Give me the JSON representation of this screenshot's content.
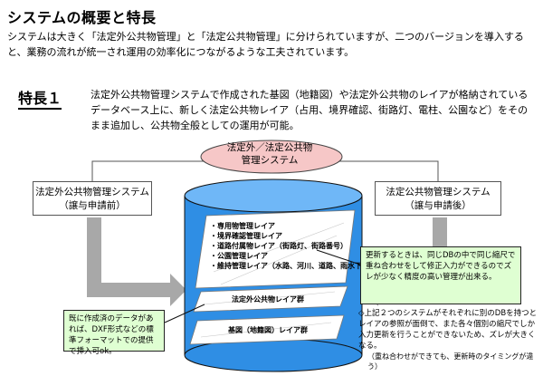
{
  "title": "システムの概要と特長",
  "intro": "システムは大きく「法定外公共物管理」と「法定公共物管理」に分けられていますが、二つのバージョンを導入すると、業務の流れが統一され運用の効率化につながるような工夫されています。",
  "feature": {
    "label": "特長１",
    "description": "法定外公共物管理システムで作成された基図（地籍図）や法定外公共物のレイアが格納されているデータベース上に、新しく法定公共物レイア（占用、境界確認、街路灯、電柱、公園など）をそのまま追加し、公共物全般としての運用が可能。"
  },
  "ellipse": {
    "line1": "法定外／法定公共物",
    "line2": "管理システム"
  },
  "left_system": {
    "line1": "法定外公共物管理システム",
    "line2": "（譲与申請前）"
  },
  "right_system": {
    "line1": "法定公共物管理システム",
    "line2": "（譲与申請後）"
  },
  "layers": {
    "top_items": [
      "・専用物管理レイア",
      "・境界確認管理レイア",
      "・道路付属物レイア（街路灯、街路番号）",
      "・公園管理レイア",
      "・維持管理レイア（水路、河川、道路、雨水下水等）"
    ],
    "middle": "法定外公共物レイア群",
    "bottom": "基図（地籍図）レイア群"
  },
  "note_right": "更新するときは、同じDBの中で同じ縮尺で重ね合わせをして修正入力ができるのでズレが少なく精度の高い管理が出来る。",
  "note_left": "既に作成済のデータがあれば、DXF形式などの標準フォーマットでの提供で挿入可ok。",
  "footnote": "◇上記２つのシステムがそれぞれに別のDBを持つとレイアの参照が面倒で、また各々個別の縮尺でしか入力更新を行うことができないため、ズレが大きくなる。",
  "footnote2": "（重ね合わせができても、更新時のタイミングが違う）",
  "colors": {
    "cylinder": "#2f8ee4",
    "cylinder_top": "#6fb7f7",
    "ellipse_fill": "#f6c7c7",
    "arrow": "#a8a8a8",
    "note_fill": "#dfffd2"
  }
}
